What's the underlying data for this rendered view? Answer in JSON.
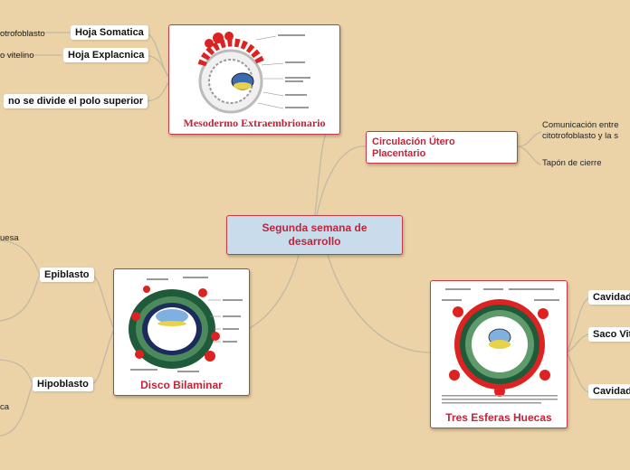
{
  "central": {
    "label": "Segunda semana de desarrollo"
  },
  "topics": {
    "mesodermo": {
      "label": "Mesodermo Extraembrionario"
    },
    "circulacion": {
      "label": "Circulación Útero Placentario"
    },
    "disco": {
      "label": "Disco Bilaminar"
    },
    "esferas": {
      "label": "Tres Esferas Huecas"
    }
  },
  "mesodermo_children": {
    "somatica": "Hoja Somatica",
    "esplacnica": "Hoja Explacnica",
    "polo": "no se divide el polo superior",
    "somatica_detail": "otrofoblasto",
    "esplacnica_detail": "o vitelino"
  },
  "circulacion_children": {
    "comunicacion_line1": "Comunicación entre",
    "comunicacion_line2": "citotrofoblasto y la s",
    "tapon": "Tapón de cierre"
  },
  "disco_children": {
    "epiblasto": "Epiblasto",
    "hipoblasto": "Hipoblasto",
    "epiblasto_detail": "uesa",
    "hipoblasto_detail": "ca"
  },
  "esferas_children": {
    "cavidad1": "Cavidad",
    "saco": "Saco Vit",
    "cavidad2": "Cavidad"
  },
  "colors": {
    "background": "#ebd3a7",
    "accent": "#c0253a",
    "central_fill": "#c8dcec",
    "link": "#c2b9a3"
  }
}
